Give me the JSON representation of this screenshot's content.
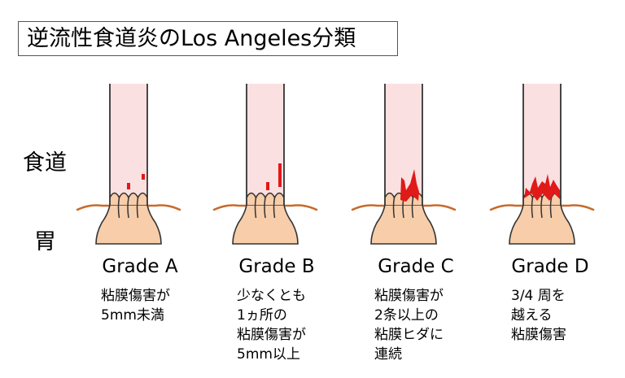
{
  "title": "逆流性食道炎のLos Angeles分類",
  "labels": {
    "esophagus": "食道",
    "stomach": "胃"
  },
  "colors": {
    "esophagus_fill": "#fbe0e1",
    "stomach_fill": "#f7cdaa",
    "outline": "#333333",
    "stomach_line": "#c96a2a",
    "lesion": "#e01919"
  },
  "grades": [
    {
      "label": "Grade A",
      "description": [
        "粘膜傷害が",
        "5mm未満"
      ]
    },
    {
      "label": "Grade B",
      "description": [
        "少なくとも",
        "1ヵ所の",
        "粘膜傷害が",
        "5mm以上"
      ]
    },
    {
      "label": "Grade C",
      "description": [
        "粘膜傷害が",
        "2条以上の",
        "粘膜ヒダに",
        "連続"
      ]
    },
    {
      "label": "Grade D",
      "description": [
        "3/4 周を",
        "越える",
        "粘膜傷害"
      ]
    }
  ]
}
